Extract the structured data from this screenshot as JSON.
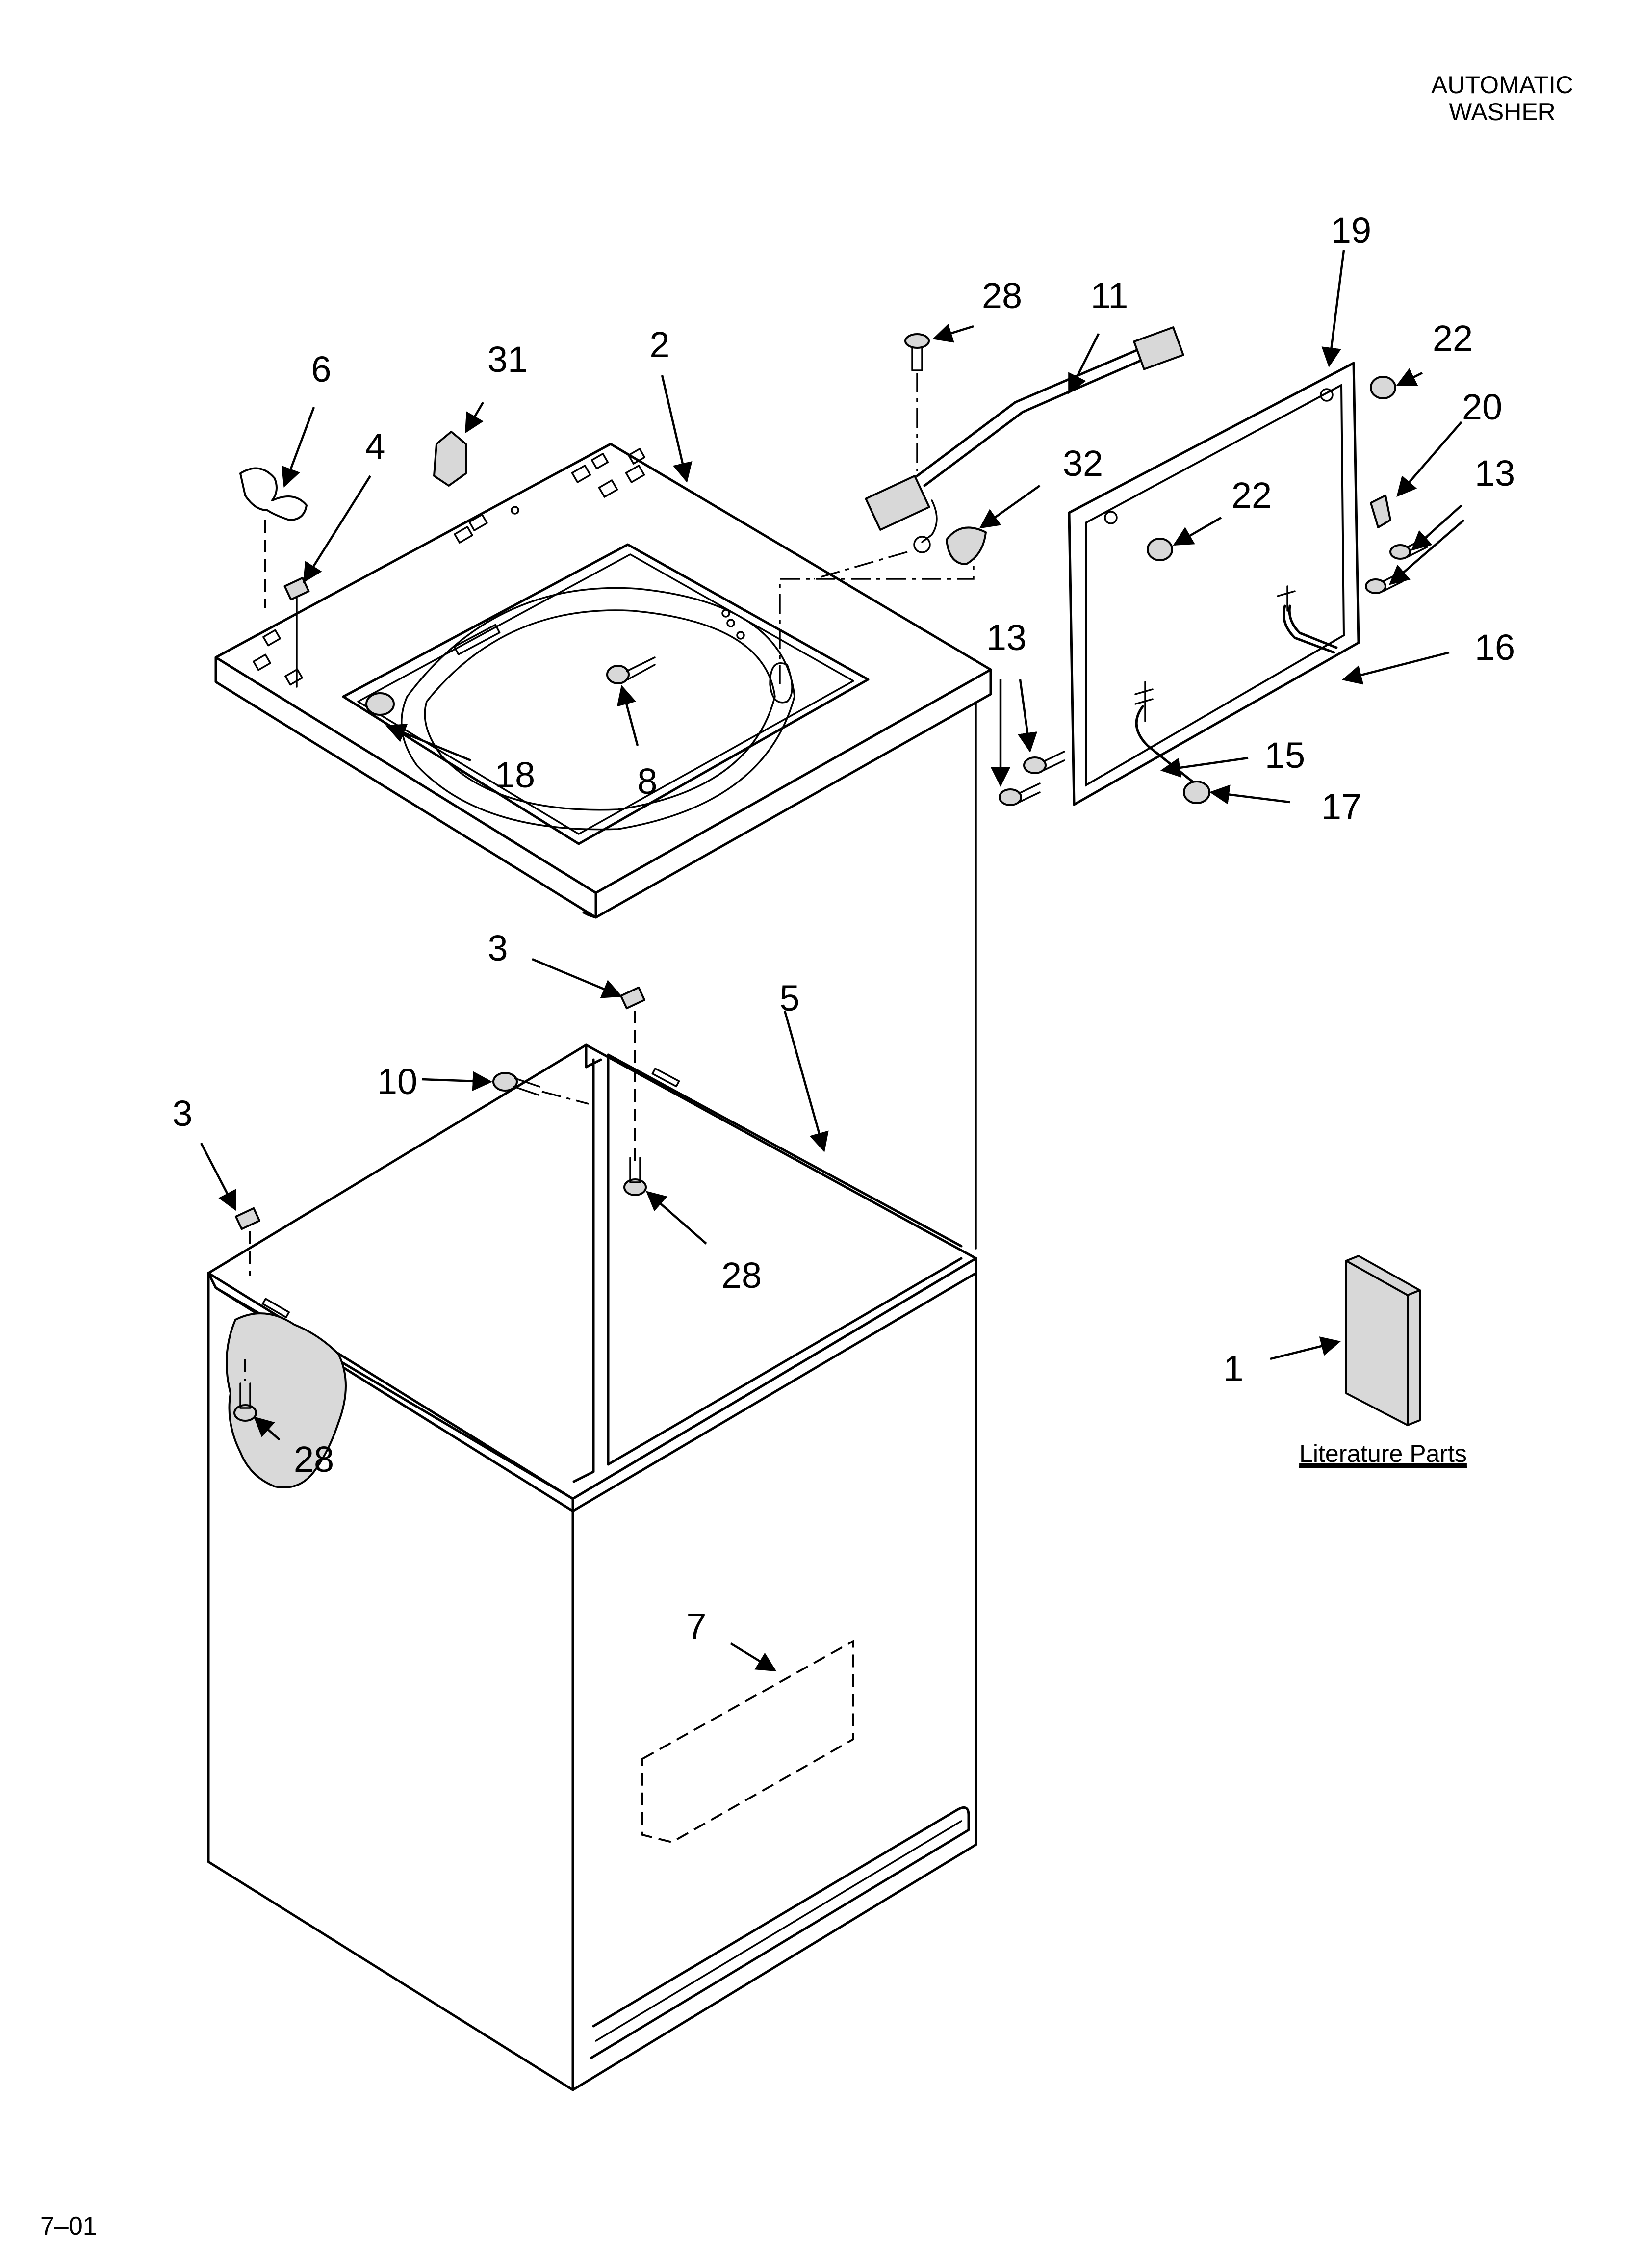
{
  "header": {
    "line1": "AUTOMATIC",
    "line2": "WASHER"
  },
  "footer": {
    "code": "7–01"
  },
  "literature": {
    "caption": "Literature Parts"
  },
  "callouts": {
    "c1": "1",
    "c2": "2",
    "c3a": "3",
    "c3b": "3",
    "c4": "4",
    "c5": "5",
    "c6": "6",
    "c7": "7",
    "c8": "8",
    "c10": "10",
    "c11": "11",
    "c13a": "13",
    "c13b": "13",
    "c15": "15",
    "c16": "16",
    "c17": "17",
    "c18": "18",
    "c19": "19",
    "c20": "20",
    "c22a": "22",
    "c22b": "22",
    "c28a": "28",
    "c28b": "28",
    "c28c": "28",
    "c31": "31",
    "c32": "32"
  }
}
